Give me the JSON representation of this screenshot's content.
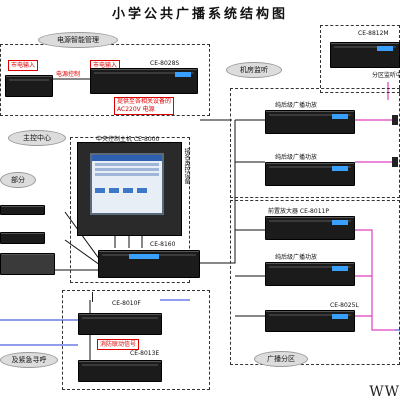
{
  "title": "小学公共广播系统结构图",
  "bubbles": {
    "power": "电源智能管理",
    "control": "主控中心",
    "source": "部分",
    "room": "机房监听",
    "zone": "广播分区",
    "emergency": "及紧急寻呼",
    "zone_monitor": "分区监听中"
  },
  "labels": {
    "power_in_1": "市电输入",
    "power_in_2": "市电输入",
    "power_ctrl": "电源控制",
    "power_note": "提供至各相关设备的\nAC220V 电源",
    "ce8028s": "CE-8028S",
    "main_host": "中央控制主机 CE-8000",
    "ce8812m": "CE-8812M",
    "ce8160": "CE-8160",
    "connect_devices": "接各类控设备",
    "amp_1": "纯后级广播功放",
    "amp_2": "纯后级广播功放",
    "amp_3": "纯后级广播功放",
    "backup_amp": "前置放大器 CE-8011P",
    "ce8025l": "CE-8025L",
    "ce8010f": "CE-8010F",
    "ce8013e": "CE-8013E",
    "fire_signal": "消防联动信号",
    "watermark": "WW"
  }
}
